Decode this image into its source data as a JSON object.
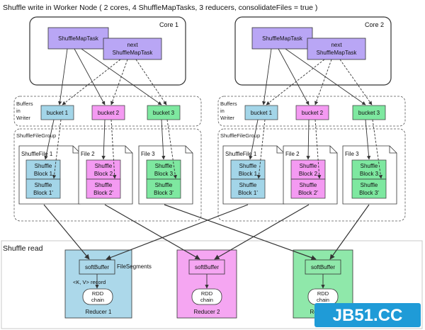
{
  "title": "Shuffle write in Worker Node ( 2 cores, 4 ShuffleMapTasks, 3 reducers, consolidateFiles = true )",
  "read_title": "Shuffle read",
  "colors": {
    "task": "#b9a6f5",
    "bucket1": "#a3d5e8",
    "bucket2": "#f49af2",
    "bucket3": "#7ee8a0",
    "reducer1": "#acd8ea",
    "reducer2": "#f5a6f2",
    "reducer3": "#8fe8aa",
    "watermark": "#1f9bd7"
  },
  "cores": [
    {
      "label": "Core 1",
      "task": "ShuffleMapTask",
      "next_task": [
        "next",
        "ShuffleMapTask"
      ],
      "buffers_label": [
        "Buffers",
        "in",
        "Writer"
      ],
      "group_label": "ShuffleFileGroup",
      "buckets": [
        "bucket 1",
        "bucket 2",
        "bucket 3"
      ],
      "files": [
        {
          "label": "ShuffleFile 1",
          "blocks": [
            [
              "Shuffle",
              "Block 1"
            ],
            [
              "Shuffle",
              "Block 1'"
            ]
          ]
        },
        {
          "label": "File 2",
          "blocks": [
            [
              "Shuffle",
              "Block 2"
            ],
            [
              "Shuffle",
              "Block 2'"
            ]
          ]
        },
        {
          "label": "File 3",
          "blocks": [
            [
              "Shuffle",
              "Block 3"
            ],
            [
              "Shuffle",
              "Block 3'"
            ]
          ]
        }
      ]
    },
    {
      "label": "Core 2",
      "task": "ShuffleMapTask",
      "next_task": [
        "next",
        "ShuffleMapTask"
      ],
      "buffers_label": [
        "Buffers",
        "in",
        "Writer"
      ],
      "group_label": "ShuffleFileGroup",
      "buckets": [
        "bucket 1",
        "bucket 2",
        "bucket 3"
      ],
      "files": [
        {
          "label": "ShuffleFile 1",
          "blocks": [
            [
              "Shuffle",
              "Block 1"
            ],
            [
              "Shuffle",
              "Block 1'"
            ]
          ]
        },
        {
          "label": "File 2",
          "blocks": [
            [
              "Shuffle",
              "Block 2"
            ],
            [
              "Shuffle",
              "Block 2'"
            ]
          ]
        },
        {
          "label": "File 3",
          "blocks": [
            [
              "Shuffle",
              "Block 3"
            ],
            [
              "Shuffle",
              "Block 3'"
            ]
          ]
        }
      ]
    }
  ],
  "reducers": [
    {
      "label": "Reducer 1",
      "buffer": "softBuffer",
      "rdd": [
        "RDD",
        "chain"
      ]
    },
    {
      "label": "Reducer 2",
      "buffer": "softBuffer",
      "rdd": [
        "RDD",
        "chain"
      ]
    },
    {
      "label": "Reducer 3",
      "buffer": "softBuffer",
      "rdd": [
        "RDD",
        "chain"
      ]
    }
  ],
  "file_segments_label": "FileSegments",
  "record_label": "<K, V> record",
  "watermark_text": "JB51.CC"
}
